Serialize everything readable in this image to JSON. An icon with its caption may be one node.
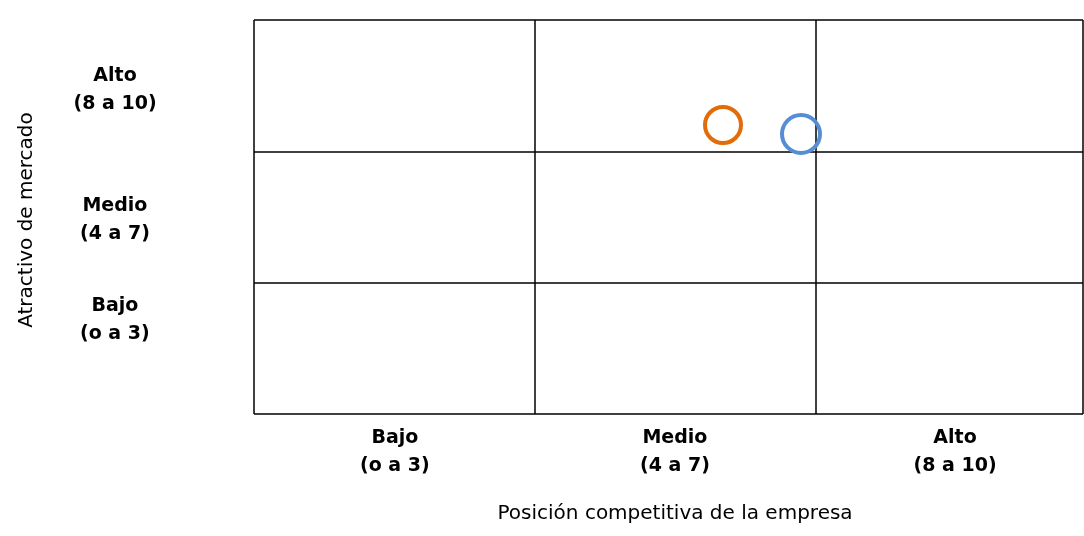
{
  "diagram": {
    "nodes": [
      {
        "text": [],
        "shape": "circle"
      },
      {
        "text": [],
        "shape": "circle"
      }
    ],
    "labels": [
      "Atractivo de mercado",
      "Alto (8 a 10)",
      "Medio (4 a 7)",
      "Bajo (o a 3)",
      "Bajo (o a 3)",
      "Medio (4 a 7)",
      "Alto (8 a 10)",
      "Posición competitiva de la empresa"
    ]
  }
}
